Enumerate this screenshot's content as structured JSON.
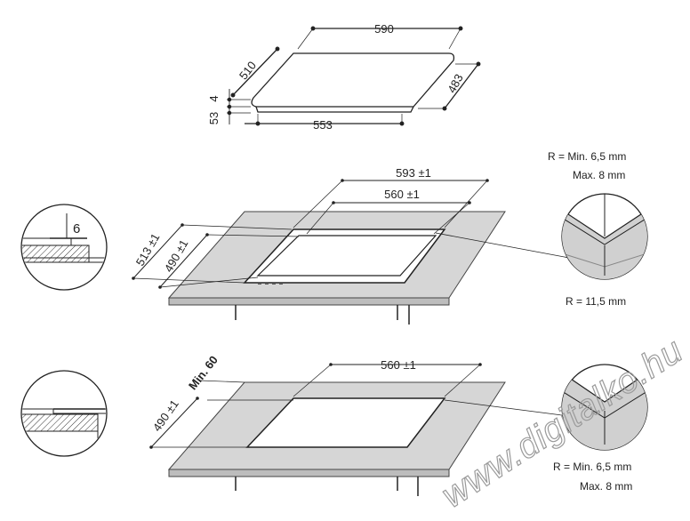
{
  "top_hob": {
    "width": "590",
    "depth": "510",
    "thickness": "4",
    "height": "53",
    "base_width": "553",
    "base_depth": "483"
  },
  "flush_install": {
    "cutout_outer_width": "593 ±1",
    "cutout_inner_width": "560 ±1",
    "cutout_outer_depth": "513 ±1",
    "cutout_inner_depth": "490 ±1",
    "step_depth": "6",
    "radius_max_line1": "R = Min. 6,5 mm",
    "radius_max_line2": "Max. 8 mm",
    "radius_inner": "R = 11,5 mm"
  },
  "standard_install": {
    "cutout_width": "560 ±1",
    "min_distance": "Min. 60",
    "cutout_depth": "490 ±1",
    "radius_line1": "R = Min. 6,5 mm",
    "radius_line2": "Max. 8 mm"
  },
  "watermark": "www.digitalko.hu",
  "colors": {
    "line": "#222222",
    "panel": "#d6d6d6",
    "panel_edge": "#444444"
  }
}
